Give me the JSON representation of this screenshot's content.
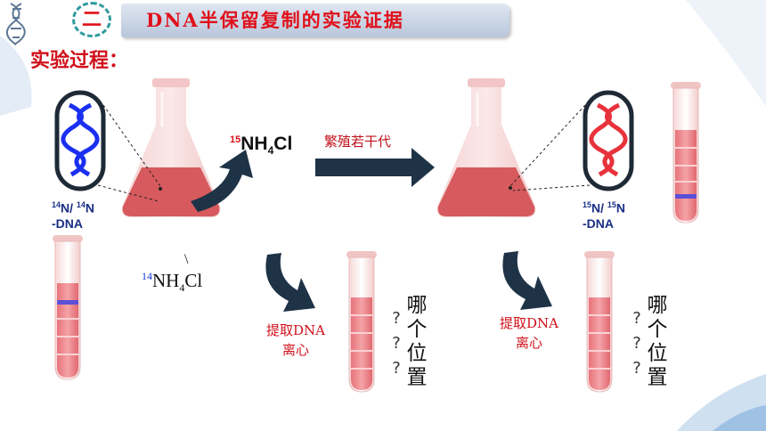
{
  "header": {
    "badge": "二",
    "title": "DNA半保留复制的实验证据"
  },
  "section_title": "实验过程：",
  "labels": {
    "dna_14": {
      "iso_a": "14",
      "n_a": "N/",
      "iso_b": "14",
      "n_b": "N",
      "suffix": "-DNA"
    },
    "dna_15": {
      "iso_a": "15",
      "n_a": "N/",
      "iso_b": "15",
      "n_b": "N",
      "suffix": "-DNA"
    },
    "reagent_15": {
      "iso": "15",
      "n": "NH",
      "sub": "4",
      "cl": "Cl"
    },
    "reagent_14": {
      "iso": "14",
      "n": "NH",
      "sub": "4",
      "cl": "Cl"
    },
    "backslash": "\\",
    "proliferate": "繁殖若干代",
    "extract_1": {
      "line1": "提取DNA",
      "line2": "离心"
    },
    "extract_2": {
      "line1": "提取DNA",
      "line2": "离心"
    },
    "question_1": {
      "marks": [
        "?",
        "?",
        "?"
      ],
      "vertical": [
        "哪",
        "个",
        "位",
        "置"
      ]
    },
    "question_2": {
      "marks": [
        "?",
        "?",
        "?"
      ],
      "vertical": [
        "哪",
        "个",
        "位",
        "置"
      ]
    }
  },
  "colors": {
    "title_red": "#e0101a",
    "liquid": "#d65a5e",
    "band_blue": "#5b4fd8",
    "arrow_navy": "#1f3347",
    "dna_blue": "#1a2ff0",
    "dna_red": "#e8323c"
  },
  "tubes": [
    {
      "id": "tube-top-right",
      "band": "15N/15N",
      "band_fraction": 0.62
    },
    {
      "id": "tube-bottom-left",
      "band": "14N/14N",
      "band_fraction": 0.3
    },
    {
      "id": "tube-middle",
      "band": "unknown"
    },
    {
      "id": "tube-right",
      "band": "unknown"
    }
  ]
}
